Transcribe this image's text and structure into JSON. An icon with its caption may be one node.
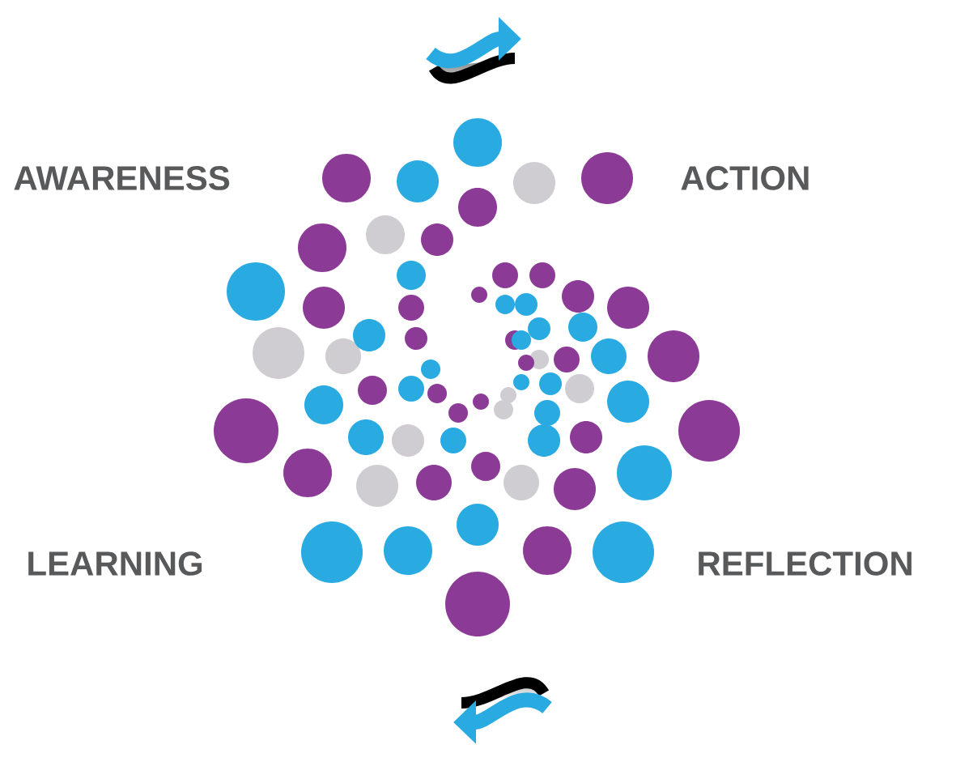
{
  "diagram": {
    "labels": [
      "AWARENESS",
      "ACTION",
      "LEARNING",
      "REFLECTION"
    ]
  }
}
